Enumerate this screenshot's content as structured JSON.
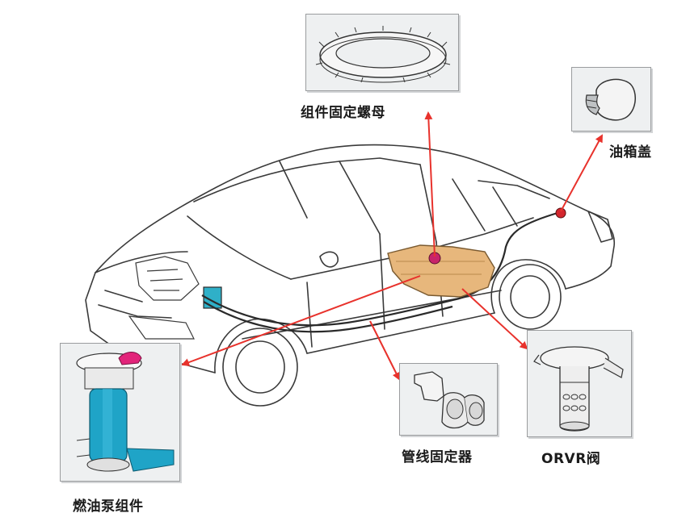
{
  "diagram": {
    "labels": {
      "mount_nut": "组件固定螺母",
      "fuel_cap": "油箱盖",
      "fuel_pump": "燃油泵组件",
      "line_clamp": "管线固定器",
      "orvr_valve": "ORVR阀"
    },
    "colors": {
      "arrow": "#e8322c",
      "tank": "#e7b77c",
      "pump_body": "#1fa4c7",
      "pump_cap": "#e2247a",
      "outline": "#3a3a3a",
      "inset_bg": "#eef0f1"
    },
    "icons": {
      "mount_nut": "ring-nut-icon",
      "fuel_cap": "fuel-cap-icon",
      "fuel_pump": "fuel-pump-icon",
      "line_clamp": "clamp-bracket-icon",
      "orvr_valve": "orvr-valve-icon"
    }
  }
}
